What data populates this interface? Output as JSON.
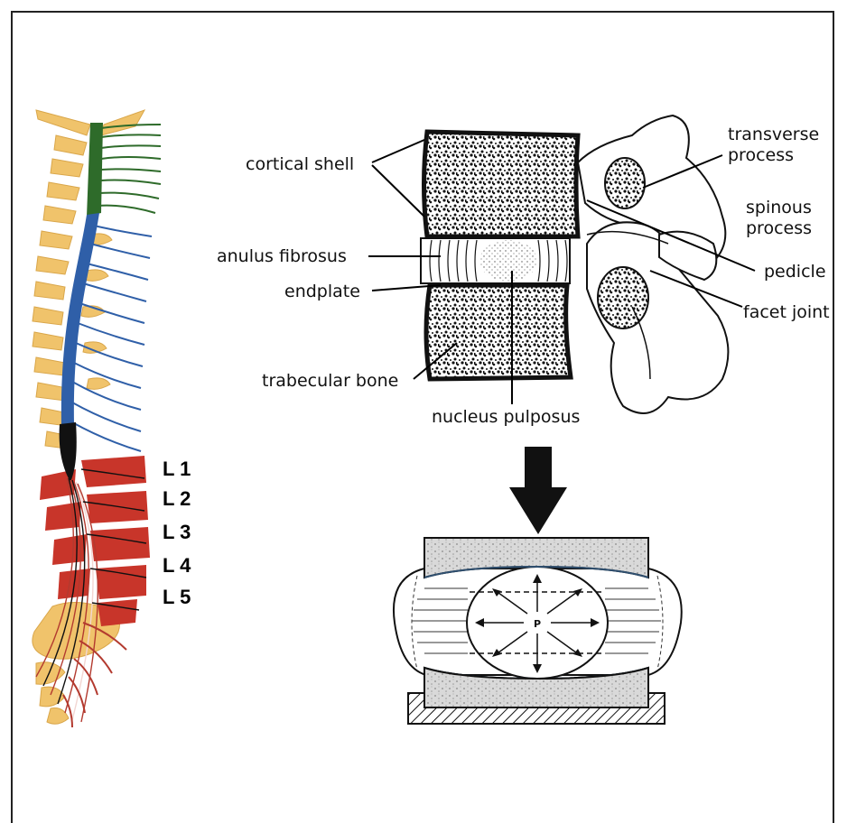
{
  "labels": {
    "cortical_shell": "cortical shell",
    "transverse_process_1": "transverse",
    "transverse_process_2": "process",
    "spinous_process_1": "spinous",
    "spinous_process_2": "process",
    "anulus_fibrosus": "anulus fibrosus",
    "pedicle": "pedicle",
    "endplate": "endplate",
    "facet_joint": "facet joint",
    "trabecular_bone": "trabecular bone",
    "nucleus_pulposus": "nucleus pulposus",
    "pressure": "P"
  },
  "lumbar_levels": [
    "L 1",
    "L 2",
    "L 3",
    "L 4",
    "L 5"
  ],
  "colors": {
    "cervical_cord": "#2e6b2a",
    "thoracic_nerves": "#2f5fa8",
    "lumbar_vertebrae": "#c8352a",
    "bone": "#f0c36b",
    "conus": "#111111",
    "sacral_nerves": "#b33a2f"
  }
}
